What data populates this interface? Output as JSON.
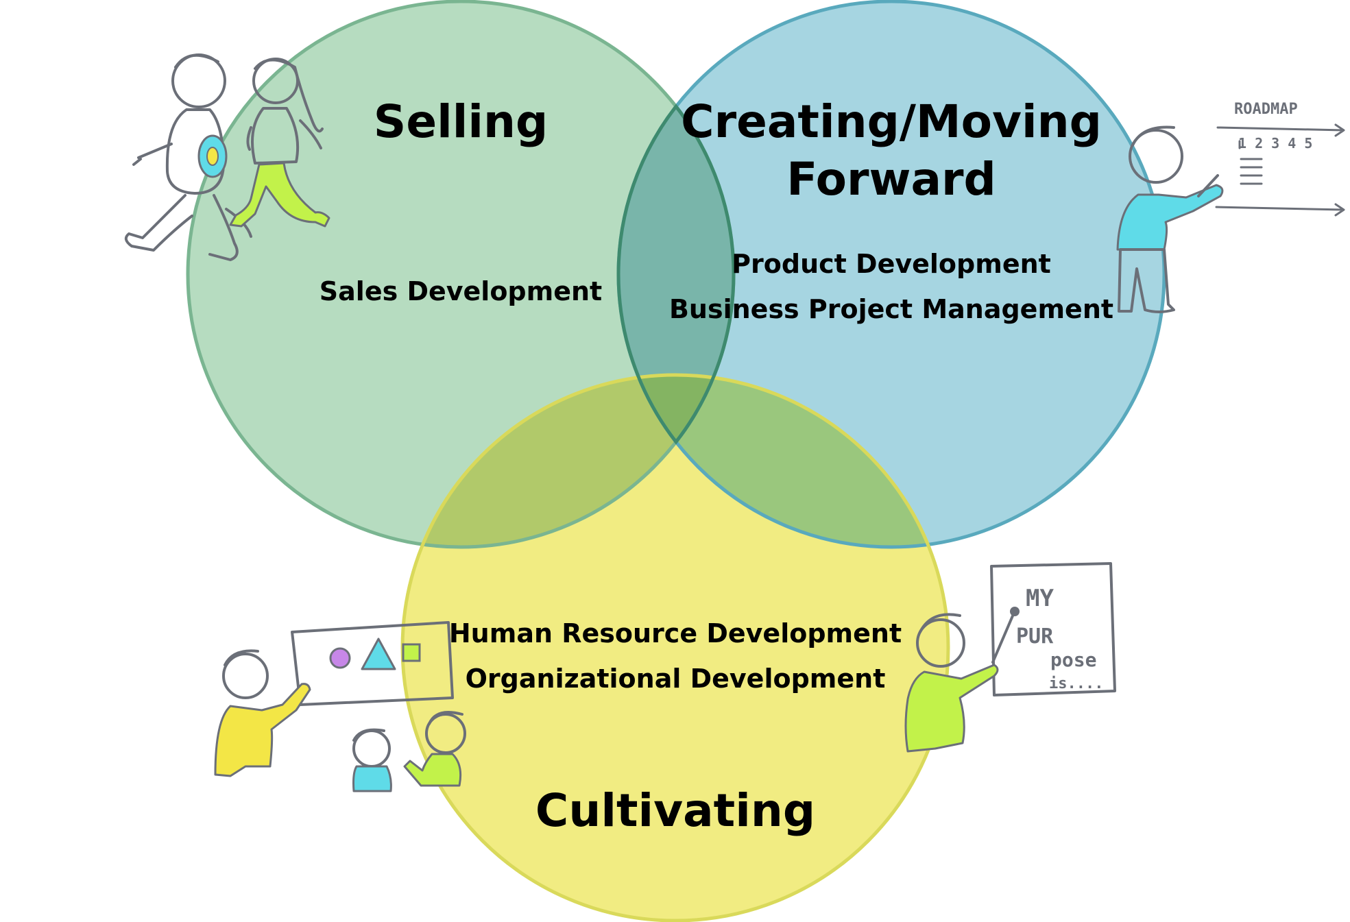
{
  "diagram": {
    "circles": [
      {
        "id": "selling",
        "title_lines": [
          "Selling"
        ],
        "items": [
          "Sales Development"
        ],
        "fill": "#b6dcc0",
        "stroke": "#7ab591"
      },
      {
        "id": "creating",
        "title_lines": [
          "Creating/Moving",
          "Forward"
        ],
        "items": [
          "Product Development",
          "Business Project Management"
        ],
        "fill": "#a6d5e1",
        "stroke": "#59a9bd"
      },
      {
        "id": "cultivating",
        "title_lines": [
          "Cultivating"
        ],
        "items": [
          "Human Resource Development",
          "Organizational Development"
        ],
        "fill": "#f1ec82",
        "stroke": "#d9d95a"
      }
    ],
    "overlap_colors": {
      "selling_creating": "#79b5aa",
      "selling_cultivating": "#b1c96a",
      "creating_cultivating": "#9ac77d",
      "center": "#84b462",
      "ring": "#3e8a6e"
    }
  },
  "illustrations": [
    {
      "name": "runners-illustration"
    },
    {
      "name": "roadmap-presenter-illustration",
      "board_text": [
        "ROADMAP",
        "1 2 3 4 5"
      ]
    },
    {
      "name": "team-whiteboard-illustration"
    },
    {
      "name": "purpose-presenter-illustration",
      "board_text": [
        "MY",
        "PUR",
        "pose",
        "is...."
      ]
    }
  ],
  "accent_colors": {
    "cyan": "#5fdbe8",
    "lime": "#c2f24a",
    "yellow": "#f3e646",
    "purple": "#c787e8",
    "line": "#6b6f78"
  }
}
